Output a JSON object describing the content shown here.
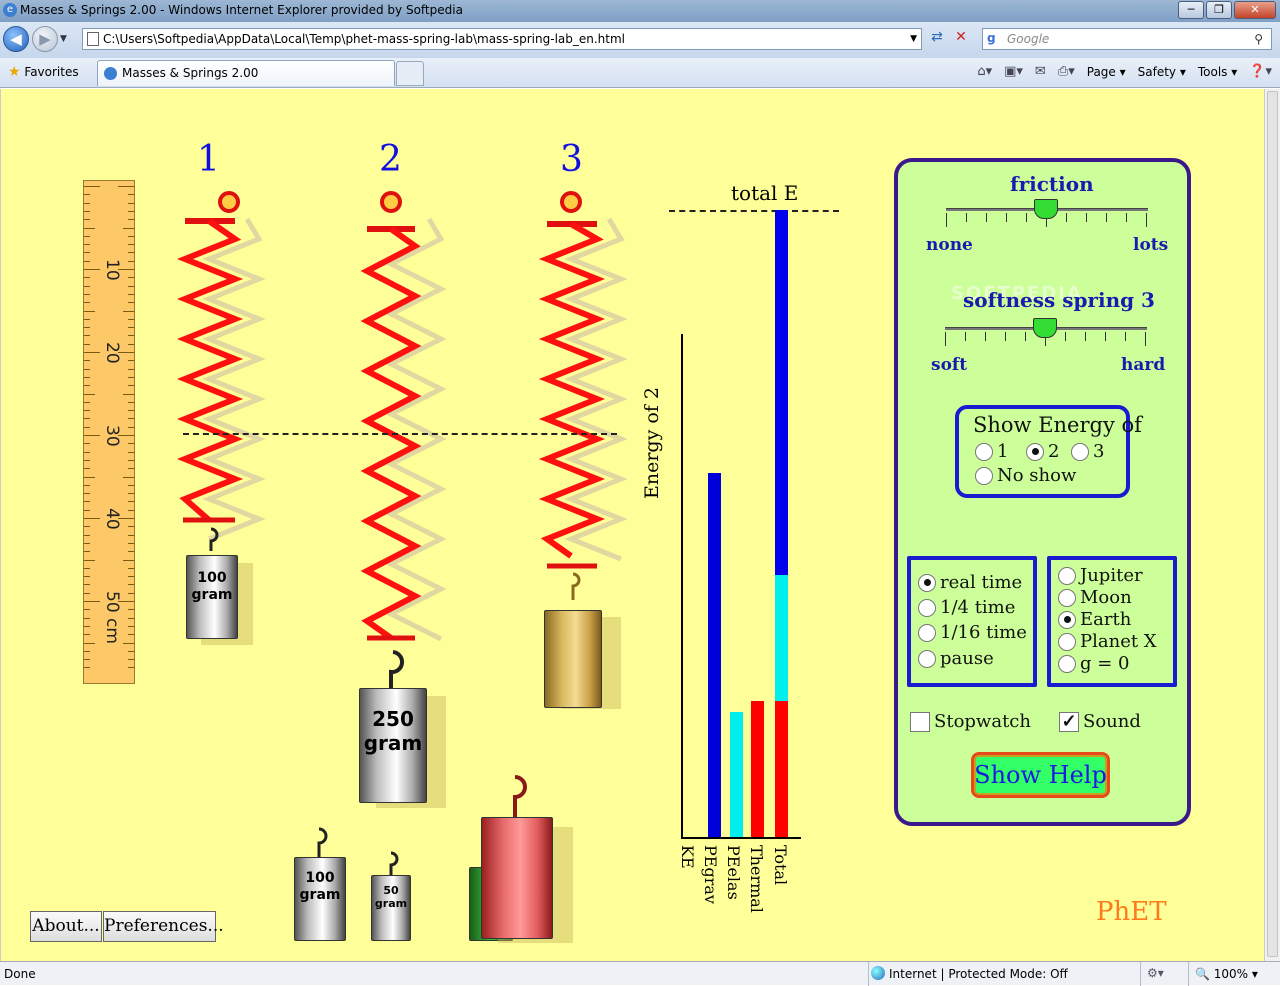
{
  "window": {
    "title": "Masses & Springs 2.00 - Windows Internet Explorer provided by Softpedia",
    "minimize": "─",
    "restore": "❐",
    "close": "✕"
  },
  "address": {
    "url": "C:\\Users\\Softpedia\\AppData\\Local\\Temp\\phet-mass-spring-lab\\mass-spring-lab_en.html",
    "search_placeholder": "Google"
  },
  "favorites": {
    "label": "Favorites",
    "tab_title": "Masses & Springs 2.00"
  },
  "toolbar": {
    "page": "Page ▾",
    "safety": "Safety ▾",
    "tools": "Tools ▾",
    "help": "❓▾"
  },
  "sim": {
    "spring_labels": [
      "1",
      "2",
      "3"
    ],
    "ruler": {
      "numbers": [
        "10",
        "20",
        "30",
        "40",
        "50 cm"
      ],
      "color": "#fcc868"
    },
    "masses": {
      "hung_1": [
        "100",
        "gram"
      ],
      "hung_2": [
        "250",
        "gram"
      ],
      "shelf_100": [
        "100",
        "gram"
      ],
      "shelf_50": [
        "50",
        "gram"
      ]
    },
    "energy_chart": {
      "ylabel": "Energy of 2",
      "total_label": "total E",
      "bar_labels": [
        "KE",
        "PEgrav",
        "PEelas",
        "Thermal",
        "Total"
      ],
      "colors": {
        "KE": "#0000dd",
        "PEgrav": "#0000ee",
        "PEelas": "#00eeee",
        "Thermal": "#ff0000"
      }
    },
    "friction": {
      "title": "friction",
      "min_label": "none",
      "max_label": "lots",
      "value_fraction": 0.5
    },
    "softness": {
      "title": "softness spring 3",
      "min_label": "soft",
      "max_label": "hard",
      "value_fraction": 0.5
    },
    "show_energy": {
      "title": "Show Energy of",
      "options": [
        "1",
        "2",
        "3"
      ],
      "none": "No show",
      "selected": "2"
    },
    "time_options": [
      "real time",
      "1/4 time",
      "1/16 time",
      "pause"
    ],
    "time_selected": "real time",
    "gravity_options": [
      "Jupiter",
      "Moon",
      "Earth",
      "Planet X",
      "g = 0"
    ],
    "gravity_selected": "Earth",
    "stopwatch": "Stopwatch",
    "sound": "Sound",
    "help_button": "Show Help",
    "about_button": "About...",
    "preferences_button": "Preferences...",
    "logo": "PhET",
    "watermark": "SOFTPEDIA"
  },
  "status": {
    "text": "Done",
    "zone": "Internet | Protected Mode: Off",
    "zoom": "100%"
  }
}
